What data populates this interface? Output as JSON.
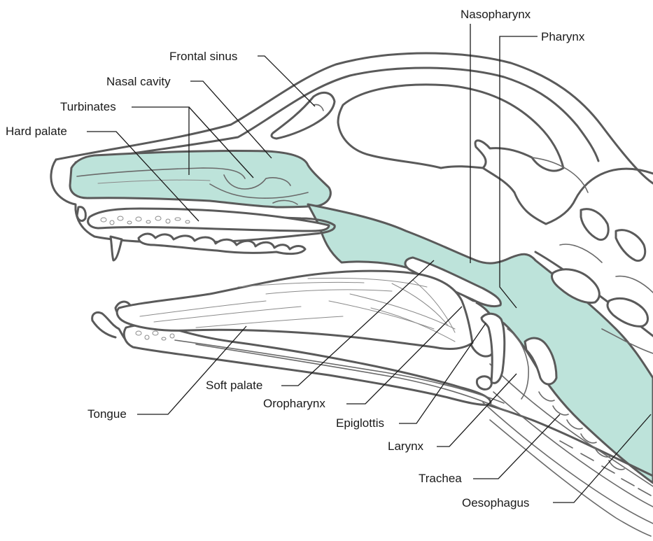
{
  "labels": {
    "nasopharynx": "Nasopharynx",
    "pharynx": "Pharynx",
    "frontal_sinus": "Frontal sinus",
    "nasal_cavity": "Nasal cavity",
    "turbinates": "Turbinates",
    "hard_palate": "Hard palate",
    "soft_palate": "Soft palate",
    "tongue": "Tongue",
    "oropharynx": "Oropharynx",
    "epiglottis": "Epiglottis",
    "larynx": "Larynx",
    "trachea": "Trachea",
    "oesophagus": "Oesophagus"
  },
  "colors": {
    "airway_fill": "#bde3da",
    "outline": "#5a5a5a",
    "label_text": "#1a1a1a"
  }
}
